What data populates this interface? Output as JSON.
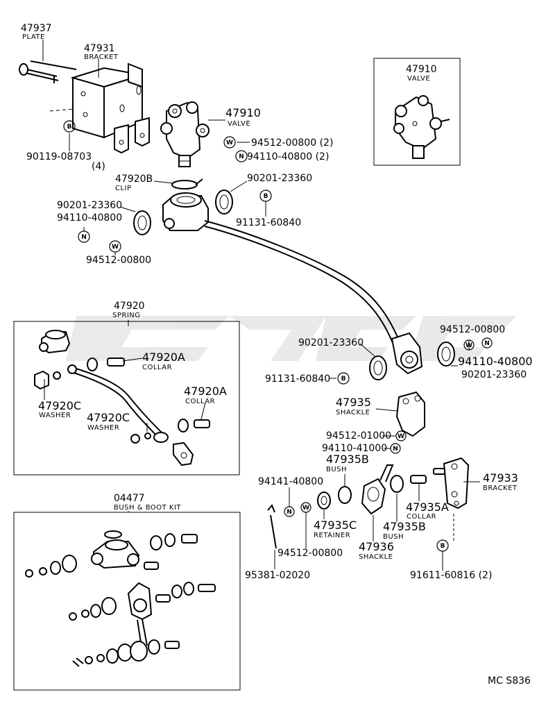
{
  "watermark_text": "",
  "diagram_code": "MC S836",
  "markers": {
    "B": "B",
    "N": "N",
    "W": "W"
  },
  "parts": {
    "p47937": {
      "num": "47937",
      "name": "PLATE"
    },
    "p47931": {
      "num": "47931",
      "name": "BRACKET"
    },
    "p47910": {
      "num": "47910",
      "name": "VALVE"
    },
    "p47910_inset": {
      "num": "47910",
      "name": "VALVE"
    },
    "p90119": {
      "num": "90119-08703",
      "qty": "(4)"
    },
    "p94512_a": {
      "num": "94512-00800 (2)"
    },
    "p94110_a": {
      "num": "94110-40800 (2)"
    },
    "p47920B": {
      "num": "47920B",
      "name": "CLIP"
    },
    "p90201_a": {
      "num": "90201-23360"
    },
    "p90201_b": {
      "num": "90201-23360"
    },
    "p94110_b": {
      "num": "94110-40800"
    },
    "p94512_b": {
      "num": "94512-00800"
    },
    "p91131_a": {
      "num": "91131-60840"
    },
    "p47920": {
      "num": "47920",
      "name": "SPRING"
    },
    "p47920A_1": {
      "num": "47920A",
      "name": "COLLAR"
    },
    "p47920C_1": {
      "num": "47920C",
      "name": "WASHER"
    },
    "p47920A_2": {
      "num": "47920A",
      "name": "COLLAR"
    },
    "p47920C_2": {
      "num": "47920C",
      "name": "WASHER"
    },
    "p04477": {
      "num": "04477",
      "name": "BUSH & BOOT KIT"
    },
    "p90201_c": {
      "num": "90201-23360"
    },
    "p91131_b": {
      "num": "91131-60840"
    },
    "p94512_c": {
      "num": "94512-00800"
    },
    "p94110_c": {
      "num": "94110-40800"
    },
    "p90201_d": {
      "num": "90201-23360"
    },
    "p47935": {
      "num": "47935",
      "name": "SHACKLE"
    },
    "p94512_d": {
      "num": "94512-01000"
    },
    "p94110_d": {
      "num": "94110-41000"
    },
    "p47935B_1": {
      "num": "47935B",
      "name": "BUSH"
    },
    "p94141": {
      "num": "94141-40800"
    },
    "p47935C": {
      "num": "47935C",
      "name": "RETAINER"
    },
    "p47936": {
      "num": "47936",
      "name": "SHACKLE"
    },
    "p47935B_2": {
      "num": "47935B",
      "name": "BUSH"
    },
    "p47935A": {
      "num": "47935A",
      "name": "COLLAR"
    },
    "p47933": {
      "num": "47933",
      "name": "BRACKET"
    },
    "p94512_e": {
      "num": "94512-00800"
    },
    "p95381": {
      "num": "95381-02020"
    },
    "p91611": {
      "num": "91611-60816 (2)"
    }
  }
}
